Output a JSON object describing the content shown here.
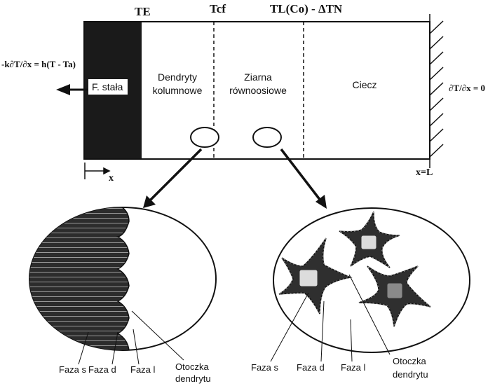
{
  "temps": {
    "te": "TE",
    "tcf": "Tcf",
    "tl": "TL(Co) - ΔTN"
  },
  "boundary": {
    "left_eq": "-k∂T/∂x = h(T - Ta)",
    "right_eq": "∂T/∂x = 0"
  },
  "regions": {
    "solid": "F. stała",
    "columnar_1": "Dendryty",
    "columnar_2": "kolumnowe",
    "equiaxed_1": "Ziarna",
    "equiaxed_2": "równoosiowe",
    "liquid": "Ciecz"
  },
  "axis": {
    "x": "x",
    "x_end": "x=L"
  },
  "left_detail": {
    "phase_s": "Faza s",
    "phase_d": "Faza d",
    "phase_l": "Faza l",
    "envelope_1": "Otoczka",
    "envelope_2": "dendrytu"
  },
  "right_detail": {
    "phase_s": "Faza s",
    "phase_d": "Faza d",
    "phase_l": "Faza l",
    "envelope_1": "Otoczka",
    "envelope_2": "dendrytu"
  },
  "colors": {
    "ink": "#111111",
    "solid_fill": "#1a1a1a",
    "dendrite_fill": "#3a3a3a",
    "grain_core": "#8a8a8a"
  }
}
